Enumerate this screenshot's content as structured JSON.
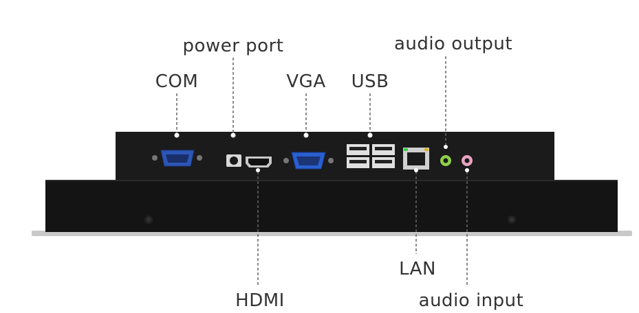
{
  "labels": {
    "com": "COM",
    "power_port": "power port",
    "vga": "VGA",
    "usb": "USB",
    "audio_output": "audio output",
    "hdmi": "HDMI",
    "lan": "LAN",
    "audio_input": "audio input"
  },
  "colors": {
    "device_body": "#1b1b1b",
    "device_lower": "#141414",
    "bezel": "#c9c9c9",
    "serial_port_blue": "#2c56b8",
    "vga_port_blue": "#2a5fd0",
    "audio_output_green": "#8fd14a",
    "audio_input_pink": "#e8a4c0",
    "lan_led_green": "#35d04a",
    "lan_led_amber": "#e0b020",
    "leader_line": "#666666",
    "label_text": "#333333"
  }
}
